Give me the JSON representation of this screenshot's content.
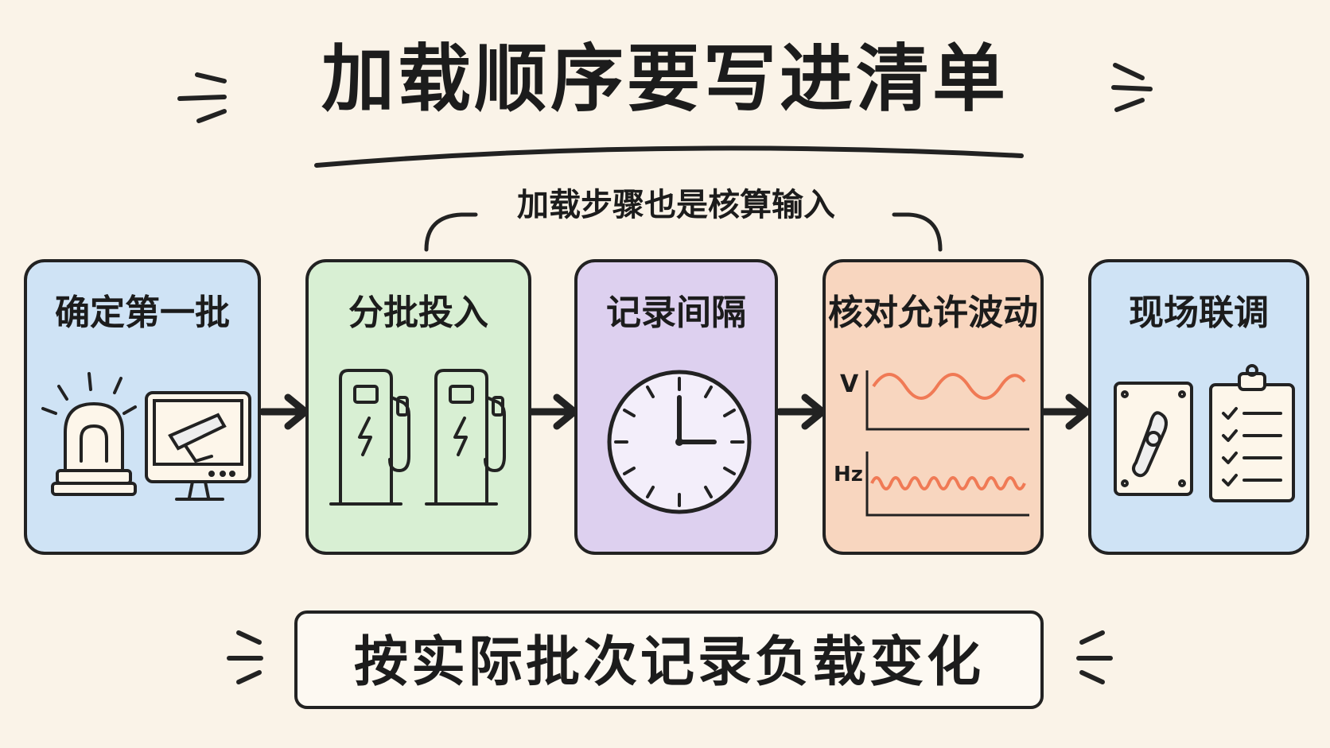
{
  "title": "加载顺序要写进清单",
  "subtitle": "加载步骤也是核算输入",
  "steps": [
    {
      "label": "确定第一批",
      "color": "#cfe3f5"
    },
    {
      "label": "分批投入",
      "color": "#d8efd3"
    },
    {
      "label": "记录间隔",
      "color": "#ddd0ef"
    },
    {
      "label": "核对允许波动",
      "color": "#f8d6bf"
    },
    {
      "label": "现场联调",
      "color": "#cfe3f5"
    }
  ],
  "chart_axes": {
    "top": "V",
    "bottom": "Hz"
  },
  "wave_color": "#f07a55",
  "note": "按实际批次记录负载变化"
}
